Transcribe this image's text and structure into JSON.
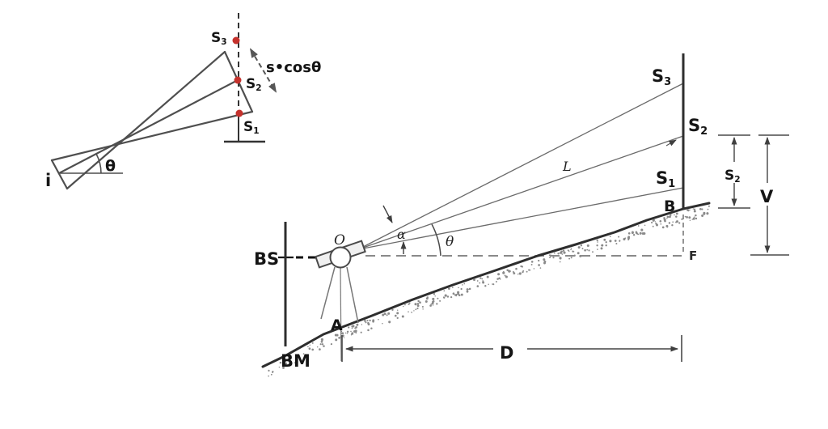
{
  "colors": {
    "accent_red": "#c5322d",
    "line_gray": "#555555",
    "dark_line": "#2e2e2e",
    "dash_gray": "#7a7a7a",
    "background": "#ffffff"
  },
  "inset": {
    "staff_labels": {
      "s3": {
        "base": "S",
        "sub": "3"
      },
      "s2": {
        "base": "S",
        "sub": "2"
      },
      "s1": {
        "base": "S",
        "sub": "1"
      }
    },
    "instrument_height_label": "i",
    "angle_label": "θ",
    "projection_label": "s•cosθ"
  },
  "main": {
    "backsight_label": "BS",
    "benchmark_label": "BM",
    "station_label": "A",
    "instrument_label": "O",
    "alpha_label": "α",
    "theta_label": "θ",
    "sight_length_label": "L",
    "staff_labels": {
      "s3": {
        "base": "S",
        "sub": "3"
      },
      "s2": {
        "base": "S",
        "sub": "2"
      },
      "s1": {
        "base": "S",
        "sub": "1"
      }
    },
    "staff_bottom_label": "B",
    "foot_label": "F",
    "dims": {
      "stadia_intercept": {
        "base": "S",
        "sub": "2"
      },
      "vertical_distance": "V",
      "horizontal_distance": "D"
    }
  }
}
